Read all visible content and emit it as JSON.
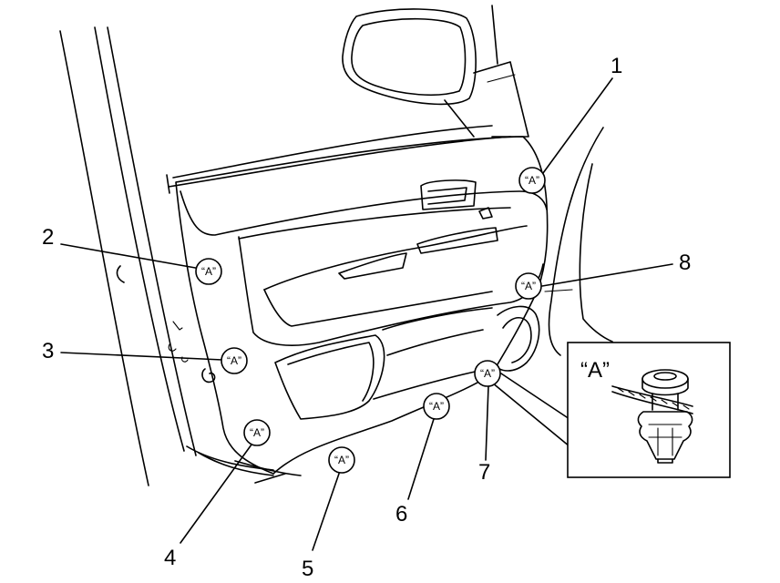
{
  "callouts": [
    {
      "number": "1",
      "clip_label": "“A”"
    },
    {
      "number": "2",
      "clip_label": "“A”"
    },
    {
      "number": "3",
      "clip_label": "“A”"
    },
    {
      "number": "4",
      "clip_label": "“A”"
    },
    {
      "number": "5",
      "clip_label": "“A”"
    },
    {
      "number": "6",
      "clip_label": "“A”"
    },
    {
      "number": "7",
      "clip_label": "“A”"
    },
    {
      "number": "8",
      "clip_label": "“A”"
    }
  ],
  "inset": {
    "label": "“A”"
  }
}
